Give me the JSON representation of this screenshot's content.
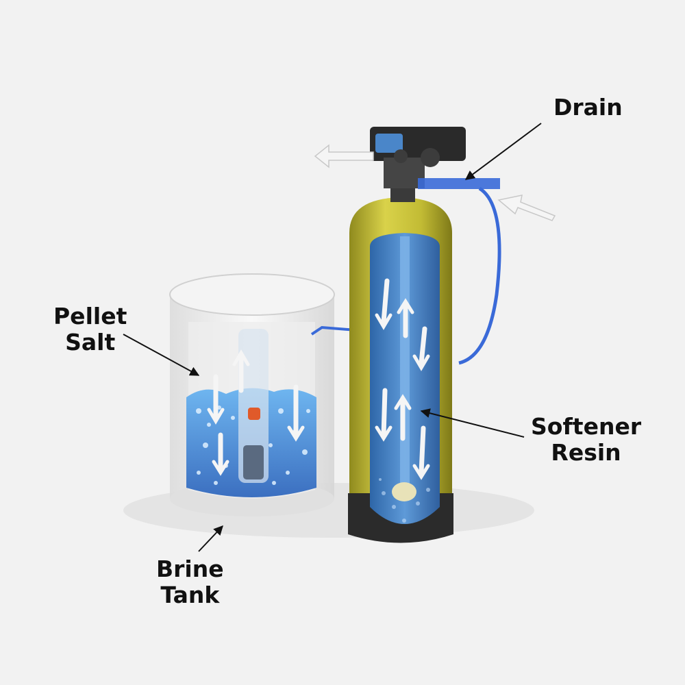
{
  "labels": {
    "drain": [
      "Drain"
    ],
    "pellet_salt": [
      "Pellet",
      "Salt"
    ],
    "softener_resin": [
      "Softener",
      "Resin"
    ],
    "brine_tank": [
      "Brine",
      "Tank"
    ]
  },
  "colors": {
    "background": "#f2f2f2",
    "tank_body": "#c9c23a",
    "tank_base": "#2b2b2b",
    "resin_water": "#3f7fc4",
    "brine_water": "#4f8fd6",
    "tube": "#3a6ad8",
    "valve_head": "#2a2a2a",
    "arrow": "#f5f5f5",
    "text": "#111111"
  }
}
